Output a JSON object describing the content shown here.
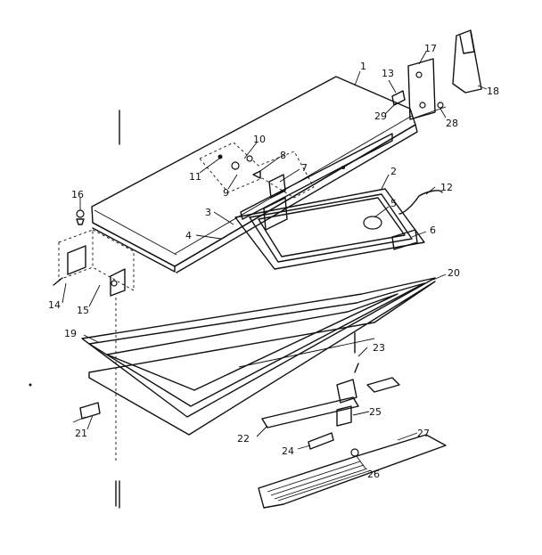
{
  "diagram": {
    "callouts": {
      "c1": "1",
      "c2": "2",
      "c3": "3",
      "c4": "4",
      "c5": "5",
      "c6": "6",
      "c7": "7",
      "c8": "8",
      "c9": "9",
      "c10": "10",
      "c11": "11",
      "c12": "12",
      "c13": "13",
      "c14": "14",
      "c15": "15",
      "c16": "16",
      "c17": "17",
      "c18": "18",
      "c19": "19",
      "c20": "20",
      "c21": "21",
      "c22": "22",
      "c23": "23",
      "c24": "24",
      "c25": "25",
      "c26": "26",
      "c27": "27",
      "c28": "28",
      "c29": "29"
    }
  }
}
